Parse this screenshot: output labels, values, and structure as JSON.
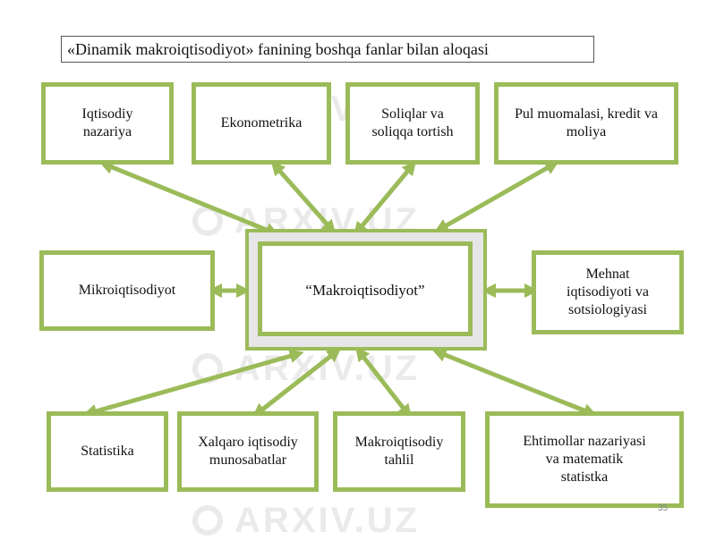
{
  "title": "«Dinamik makroiqtisodiyot» fanining boshqa fanlar bilan aloqasi",
  "center": {
    "label": "“Makroiqtisodiyot”"
  },
  "boxes": {
    "iqtisodiy_nazariya": "Iqtisodiy\nnazariya",
    "ekonometrika": "Ekonometrika",
    "soliqlar": "Soliqlar va\nsoliqqa tortish",
    "pul_muomalasi": "Pul muomalasi, kredit va\nmoliya",
    "mikroiqtisodiyot": "Mikroiqtisodiyot",
    "mehnat": "Mehnat\niqtisodiyoti va\nsotsiologiyasi",
    "statistika": "Statistika",
    "xalqaro": "Xalqaro iqtisodiy\nmunosabatlar",
    "makro_tahlil": "Makroiqtisodiy\ntahlil",
    "ehtimollar": "Ehtimollar nazariyasi\nva matematik\nstatistka"
  },
  "page_number": "35",
  "watermark": "ARXIV.UZ",
  "colors": {
    "accent": "#9BBB59",
    "center_bg": "#e6e6e6",
    "watermark": "#b4b4b4"
  }
}
